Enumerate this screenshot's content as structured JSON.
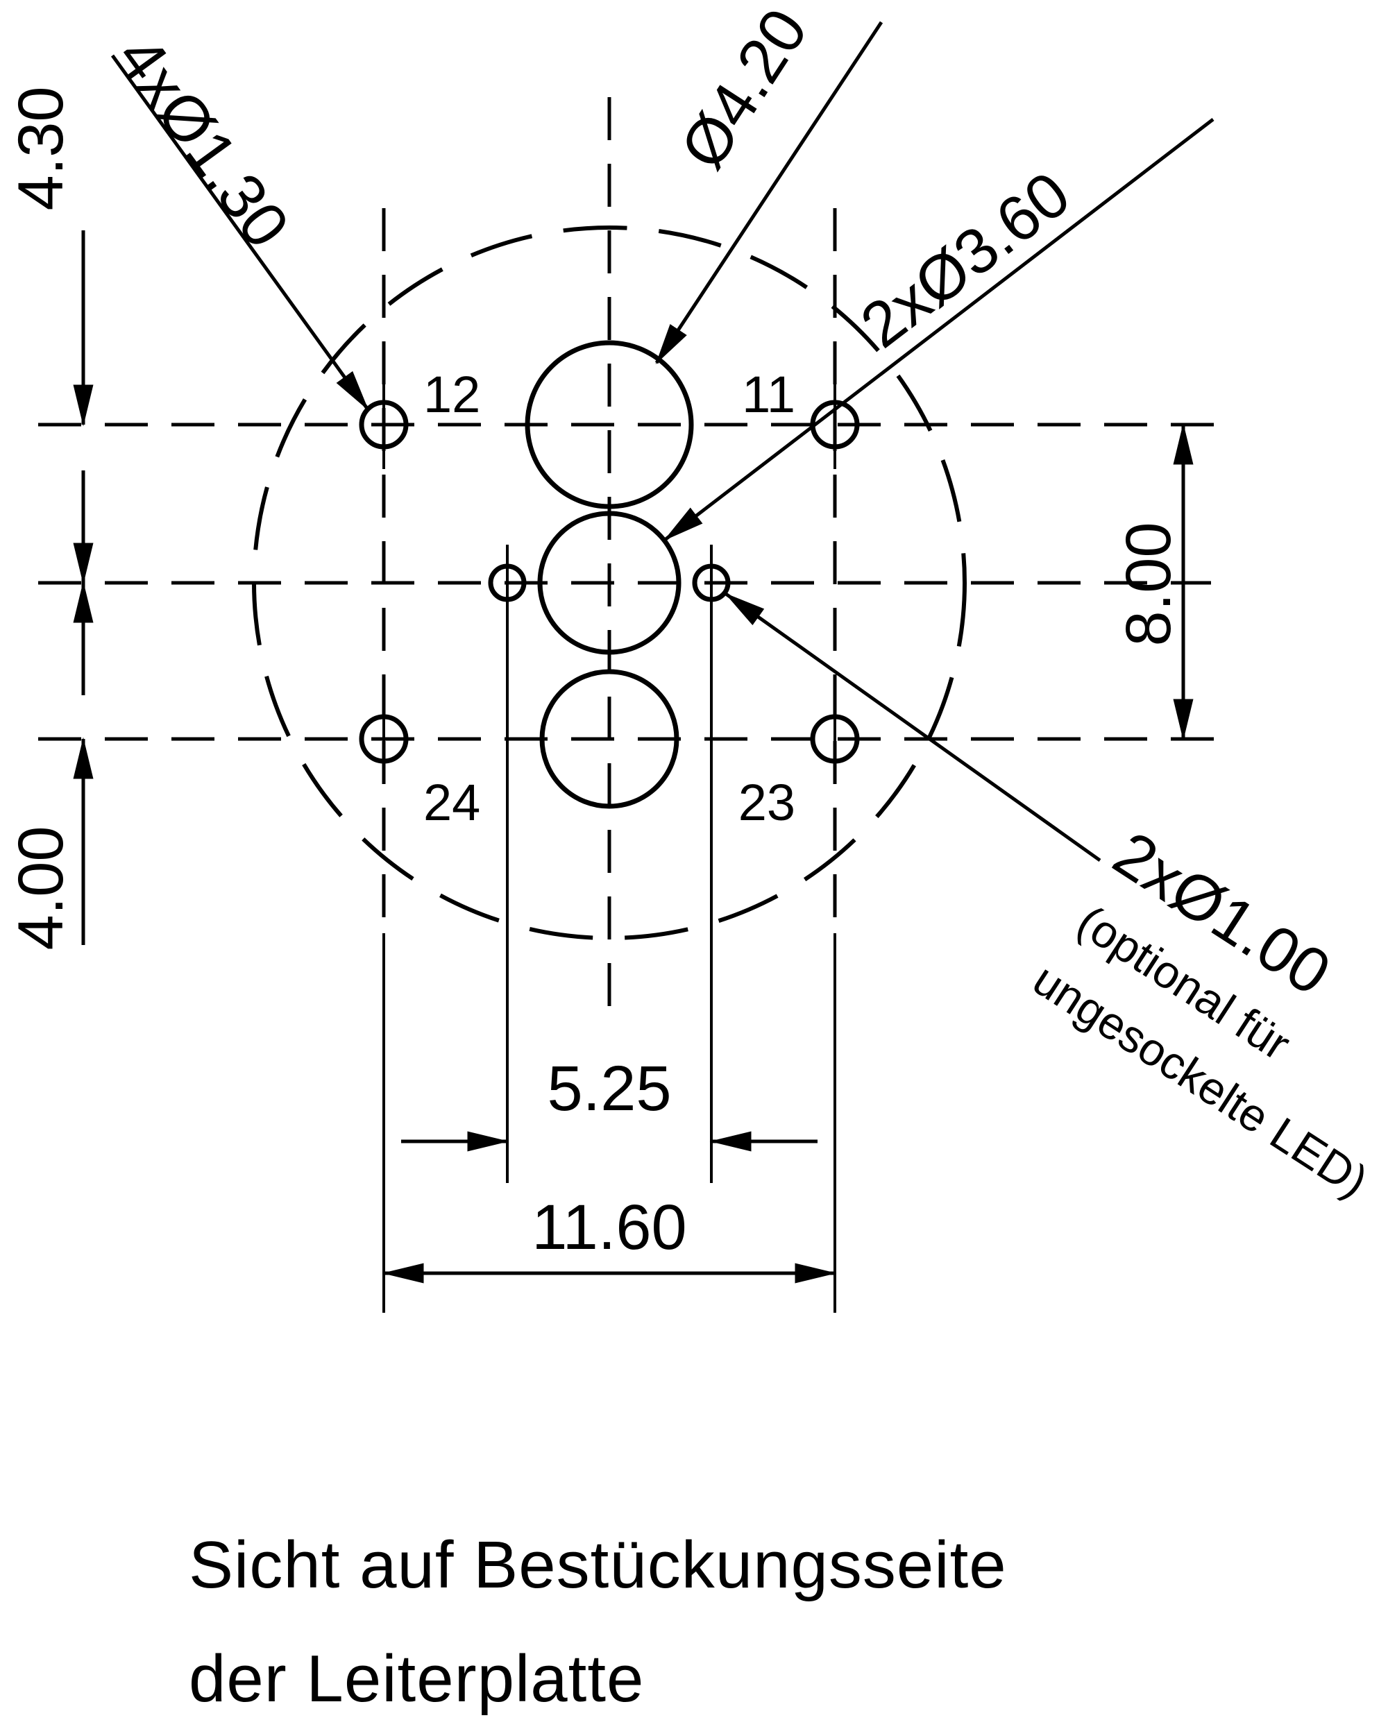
{
  "labels": {
    "small_holes": "4xØ1.30",
    "big_hole": "Ø4.20",
    "led_holes": "2xØ3.60",
    "optional_holes": "2xØ1.00",
    "optional_note_1": "(optional für",
    "optional_note_2": "ungesockelte LED)"
  },
  "dimensions": {
    "v_top": "4.30",
    "v_bottom": "4.00",
    "v_right": "8.00",
    "h_inner": "5.25",
    "h_outer": "11.60"
  },
  "pins": {
    "top_left": "12",
    "top_right": "11",
    "bottom_left": "24",
    "bottom_right": "23"
  },
  "caption": {
    "line1": "Sicht auf Bestückungsseite",
    "line2": "der Leiterplatte"
  },
  "colors": {
    "ink": "#000000",
    "paper": "#ffffff"
  }
}
